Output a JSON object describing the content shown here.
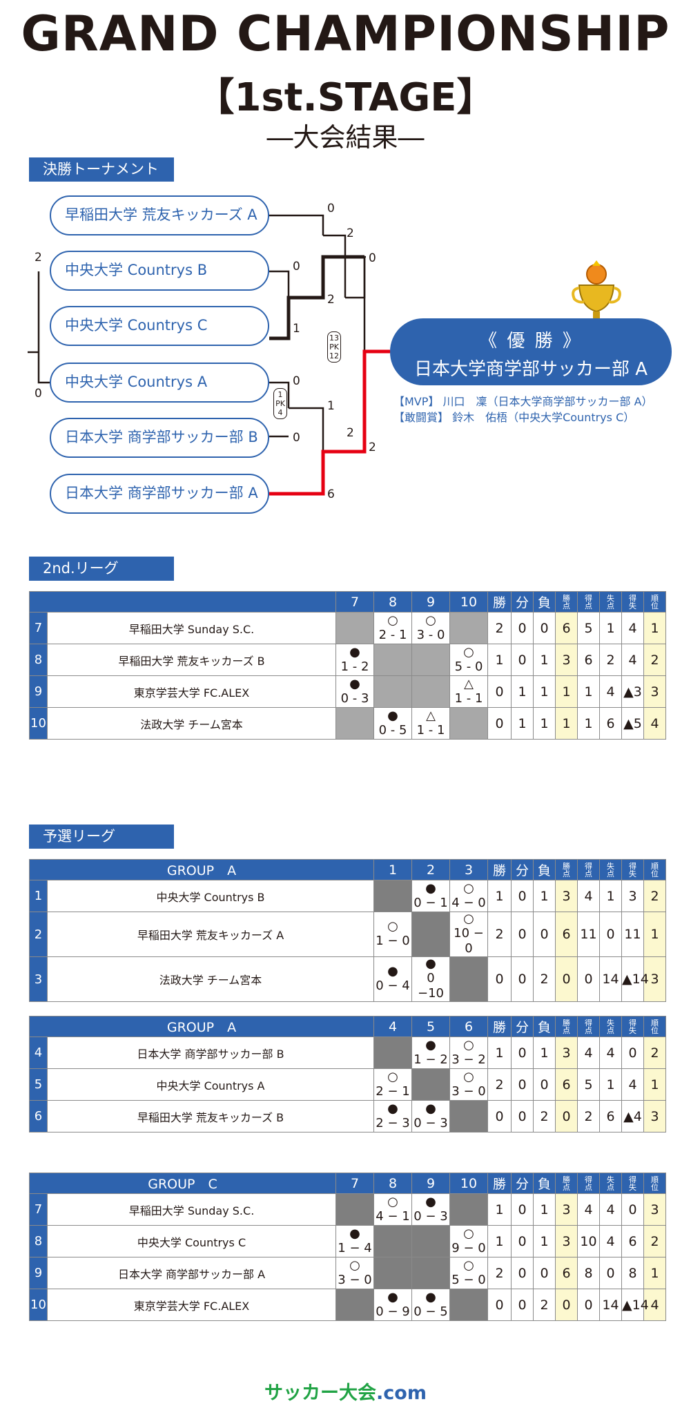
{
  "header": {
    "title": "GRAND CHAMPIONSHIP",
    "stage": "【1st.STAGE】",
    "subtitle": "―大会結果―"
  },
  "tournament": {
    "section_label": "決勝トーナメント",
    "teams": [
      "早稲田大学 荒友キッカーズ A",
      "中央大学 Countrys B",
      "中央大学 Countrys C",
      "中央大学 Countrys A",
      "日本大学 商学部サッカー部 B",
      "日本大学 商学部サッカー部 A"
    ],
    "scores": {
      "t1": "0",
      "t2": "0",
      "t3": "1",
      "t4": "0",
      "t5": "0",
      "t6": "6",
      "s23": "2",
      "s23b": "2",
      "s1_23": "2",
      "s45": "1",
      "s45b": "2",
      "s6_45": "2",
      "sf1": "0",
      "sf2": "2",
      "outer_top": "2",
      "outer_bottom": "0"
    },
    "pk1": "13 PK 12",
    "pk2": "1 PK 4",
    "winner_label": "《 優 勝 》",
    "winner_team": "日本大学商学部サッカー部 A",
    "mvp": "【MVP】 川口　凜（日本大学商学部サッカー部 A）",
    "fighting": "【敢闘賞】 鈴木　佑梧（中央大学Countrys C）",
    "colors": {
      "highlight": "#e60012",
      "accent": "#2e63ae"
    }
  },
  "league2": {
    "section_label": "2nd.リーグ",
    "cols": [
      "7",
      "8",
      "9",
      "10",
      "勝",
      "分",
      "負",
      "勝点",
      "得点",
      "失点",
      "得失",
      "順位"
    ],
    "rows": [
      {
        "no": "7",
        "name": "早稲田大学 Sunday S.C.",
        "r": [
          null,
          {
            "m": "○",
            "s": "2 - 1"
          },
          {
            "m": "○",
            "s": "3 - 0"
          },
          null
        ],
        "w": "2",
        "d": "0",
        "l": "0",
        "pt": "6",
        "gf": "5",
        "ga": "1",
        "gd": "4",
        "rk": "1"
      },
      {
        "no": "8",
        "name": "早稲田大学 荒友キッカーズ B",
        "r": [
          {
            "m": "●",
            "s": "1 - 2"
          },
          null,
          null,
          {
            "m": "○",
            "s": "5 - 0"
          }
        ],
        "w": "1",
        "d": "0",
        "l": "1",
        "pt": "3",
        "gf": "6",
        "ga": "2",
        "gd": "4",
        "rk": "2"
      },
      {
        "no": "9",
        "name": "東京学芸大学 FC.ALEX",
        "r": [
          {
            "m": "●",
            "s": "0 - 3"
          },
          null,
          null,
          {
            "m": "△",
            "s": "1 - 1"
          }
        ],
        "w": "0",
        "d": "1",
        "l": "1",
        "pt": "1",
        "gf": "1",
        "ga": "4",
        "gd": "▲3",
        "rk": "3"
      },
      {
        "no": "10",
        "name": "法政大学 チーム宮本",
        "r": [
          null,
          {
            "m": "●",
            "s": "0 - 5"
          },
          {
            "m": "△",
            "s": "1 - 1"
          },
          null
        ],
        "w": "0",
        "d": "1",
        "l": "1",
        "pt": "1",
        "gf": "1",
        "ga": "6",
        "gd": "▲5",
        "rk": "4"
      }
    ]
  },
  "prelim": {
    "section_label": "予選リーグ",
    "stat_cols": [
      "勝",
      "分",
      "負",
      "勝点",
      "得点",
      "失点",
      "得失",
      "順位"
    ],
    "groups": [
      {
        "label": "GROUP　A",
        "cols": [
          "1",
          "2",
          "3"
        ],
        "rows": [
          {
            "no": "1",
            "name": "中央大学 Countrys B",
            "r": [
              null,
              {
                "m": "●",
                "s": "0 − 1"
              },
              {
                "m": "○",
                "s": "4 − 0"
              }
            ],
            "w": "1",
            "d": "0",
            "l": "1",
            "pt": "3",
            "gf": "4",
            "ga": "1",
            "gd": "3",
            "rk": "2"
          },
          {
            "no": "2",
            "name": "早稲田大学 荒友キッカーズ A",
            "r": [
              {
                "m": "○",
                "s": "1 − 0"
              },
              null,
              {
                "m": "○",
                "s": "10 − 0"
              }
            ],
            "w": "2",
            "d": "0",
            "l": "0",
            "pt": "6",
            "gf": "11",
            "ga": "0",
            "gd": "11",
            "rk": "1"
          },
          {
            "no": "3",
            "name": "法政大学 チーム宮本",
            "r": [
              {
                "m": "●",
                "s": "0 − 4"
              },
              {
                "m": "●",
                "s": "0 −10"
              },
              null
            ],
            "w": "0",
            "d": "0",
            "l": "2",
            "pt": "0",
            "gf": "0",
            "ga": "14",
            "gd": "▲14",
            "rk": "3"
          }
        ]
      },
      {
        "label": "GROUP　A",
        "cols": [
          "4",
          "5",
          "6"
        ],
        "rows": [
          {
            "no": "4",
            "name": "日本大学 商学部サッカー部 B",
            "r": [
              null,
              {
                "m": "●",
                "s": "1 − 2"
              },
              {
                "m": "○",
                "s": "3 − 2"
              }
            ],
            "w": "1",
            "d": "0",
            "l": "1",
            "pt": "3",
            "gf": "4",
            "ga": "4",
            "gd": "0",
            "rk": "2"
          },
          {
            "no": "5",
            "name": "中央大学 Countrys A",
            "r": [
              {
                "m": "○",
                "s": "2 − 1"
              },
              null,
              {
                "m": "○",
                "s": "3 − 0"
              }
            ],
            "w": "2",
            "d": "0",
            "l": "0",
            "pt": "6",
            "gf": "5",
            "ga": "1",
            "gd": "4",
            "rk": "1"
          },
          {
            "no": "6",
            "name": "早稲田大学 荒友キッカーズ B",
            "r": [
              {
                "m": "●",
                "s": "2 − 3"
              },
              {
                "m": "●",
                "s": "0 − 3"
              },
              null
            ],
            "w": "0",
            "d": "0",
            "l": "2",
            "pt": "0",
            "gf": "2",
            "ga": "6",
            "gd": "▲4",
            "rk": "3"
          }
        ]
      },
      {
        "label": "GROUP　C",
        "cols": [
          "7",
          "8",
          "9",
          "10"
        ],
        "rows": [
          {
            "no": "7",
            "name": "早稲田大学 Sunday S.C.",
            "r": [
              null,
              {
                "m": "○",
                "s": "4 − 1"
              },
              {
                "m": "●",
                "s": "0 − 3"
              },
              null
            ],
            "w": "1",
            "d": "0",
            "l": "1",
            "pt": "3",
            "gf": "4",
            "ga": "4",
            "gd": "0",
            "rk": "3"
          },
          {
            "no": "8",
            "name": "中央大学 Countrys C",
            "r": [
              {
                "m": "●",
                "s": "1 − 4"
              },
              null,
              null,
              {
                "m": "○",
                "s": "9 − 0"
              }
            ],
            "w": "1",
            "d": "0",
            "l": "1",
            "pt": "3",
            "gf": "10",
            "ga": "4",
            "gd": "6",
            "rk": "2"
          },
          {
            "no": "9",
            "name": "日本大学 商学部サッカー部 A",
            "r": [
              {
                "m": "○",
                "s": "3 − 0"
              },
              null,
              null,
              {
                "m": "○",
                "s": "5 − 0"
              }
            ],
            "w": "2",
            "d": "0",
            "l": "0",
            "pt": "6",
            "gf": "8",
            "ga": "0",
            "gd": "8",
            "rk": "1"
          },
          {
            "no": "10",
            "name": "東京学芸大学 FC.ALEX",
            "r": [
              null,
              {
                "m": "●",
                "s": "0 − 9"
              },
              {
                "m": "●",
                "s": "0 − 5"
              },
              null
            ],
            "w": "0",
            "d": "0",
            "l": "2",
            "pt": "0",
            "gf": "0",
            "ga": "14",
            "gd": "▲14",
            "rk": "4"
          }
        ]
      }
    ]
  },
  "footer": {
    "logo_main": "サッカー大会",
    "logo_dot": ".com"
  }
}
